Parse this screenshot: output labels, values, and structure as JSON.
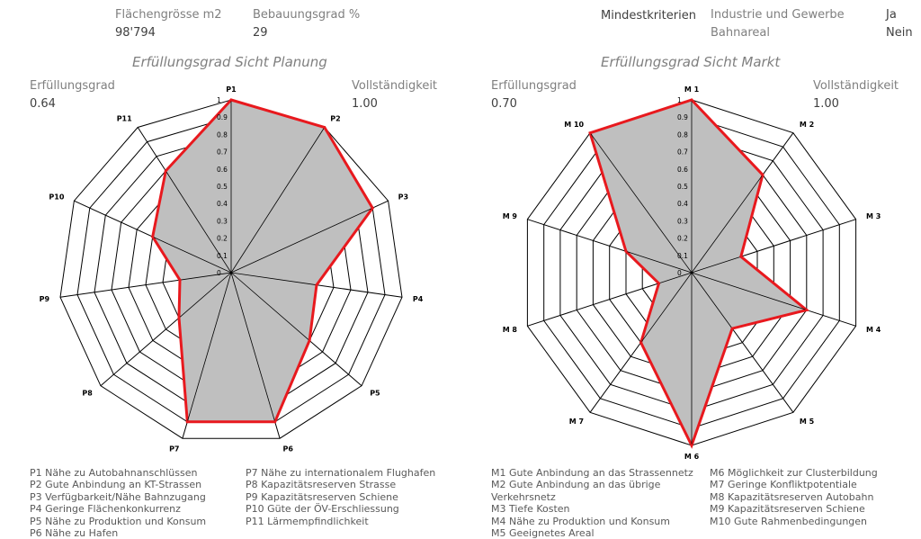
{
  "header": {
    "flaeche_label": "Flächengrösse m2",
    "flaeche_value": "98'794",
    "bebauung_label": "Bebauungsgrad %",
    "bebauung_value": "29",
    "mindest_label": "Mindestkriterien",
    "industrie_label": "Industrie und Gewerbe",
    "industrie_value": "Ja",
    "bahnareal_label": "Bahnareal",
    "bahnareal_value": "Nein"
  },
  "panels": [
    {
      "title": "Erfüllungsgrad Sicht Planung",
      "erfuellung_label": "Erfüllungsgrad",
      "erfuellung_value": "0.64",
      "vollstaendigkeit_label": "Vollständigkeit",
      "vollstaendigkeit_value": "1.00",
      "legend_left": [
        "P1 Nähe zu Autobahnanschlüssen",
        "P2 Gute Anbindung an KT-Strassen",
        "P3 Verfügbarkeit/Nähe Bahnzugang",
        "P4 Geringe Flächenkonkurrenz",
        "P5 Nähe zu Produktion und Konsum",
        "P6 Nähe zu Hafen"
      ],
      "legend_right": [
        "P7 Nähe zu internationalem Flughafen",
        "P8 Kapazitätsreserven Strasse",
        "P9 Kapazitätsreserven Schiene",
        "P10 Güte der ÖV-Erschliessung",
        "P11 Lärmempfindlichkeit"
      ]
    },
    {
      "title": "Erfüllungsgrad Sicht Markt",
      "erfuellung_label": "Erfüllungsgrad",
      "erfuellung_value": "0.70",
      "vollstaendigkeit_label": "Vollständigkeit",
      "vollstaendigkeit_value": "1.00",
      "legend_left": [
        "M1 Gute Anbindung an das Strassennetz",
        "M2 Gute Anbindung an das übrige",
        "Verkehrsnetz",
        "M3 Tiefe Kosten",
        "M4 Nähe zu Produktion und Konsum",
        "M5 Geeignetes Areal"
      ],
      "legend_right": [
        "M6 Möglichkeit zur Clusterbildung",
        "M7 Geringe Konfliktpotentiale",
        "M8 Kapazitätsreserven Autobahn",
        "M9 Kapazitätsreserven Schiene",
        "M10 Gute Rahmenbedingungen"
      ]
    }
  ],
  "chart_data": [
    {
      "type": "radar",
      "title": "Erfüllungsgrad Sicht Planung",
      "categories": [
        "P1",
        "P2",
        "P3",
        "P4",
        "P5",
        "P6",
        "P7",
        "P8",
        "P9",
        "P10",
        "P11"
      ],
      "values": [
        1.0,
        1.0,
        0.9,
        0.5,
        0.6,
        0.9,
        0.9,
        0.4,
        0.3,
        0.5,
        0.7
      ],
      "ticks": [
        "0",
        "0.1",
        "0.2",
        "0.3",
        "0.4",
        "0.5",
        "0.6",
        "0.7",
        "0.8",
        "0.9",
        "1"
      ],
      "rlim": [
        0,
        1
      ],
      "grid": true,
      "fill_color": "#bfbfbf",
      "line_color": "#e8191e"
    },
    {
      "type": "radar",
      "title": "Erfüllungsgrad Sicht Markt",
      "categories": [
        "M 1",
        "M 2",
        "M 3",
        "M 4",
        "M 5",
        "M 6",
        "M 7",
        "M 8",
        "M 9",
        "M 10"
      ],
      "values": [
        1.0,
        0.7,
        0.3,
        0.7,
        0.4,
        1.0,
        0.5,
        0.2,
        0.4,
        1.0
      ],
      "ticks": [
        "0",
        "0.1",
        "0.2",
        "0.3",
        "0.4",
        "0.5",
        "0.6",
        "0.7",
        "0.8",
        "0.9",
        "1"
      ],
      "rlim": [
        0,
        1
      ],
      "grid": true,
      "fill_color": "#bfbfbf",
      "line_color": "#e8191e"
    }
  ]
}
